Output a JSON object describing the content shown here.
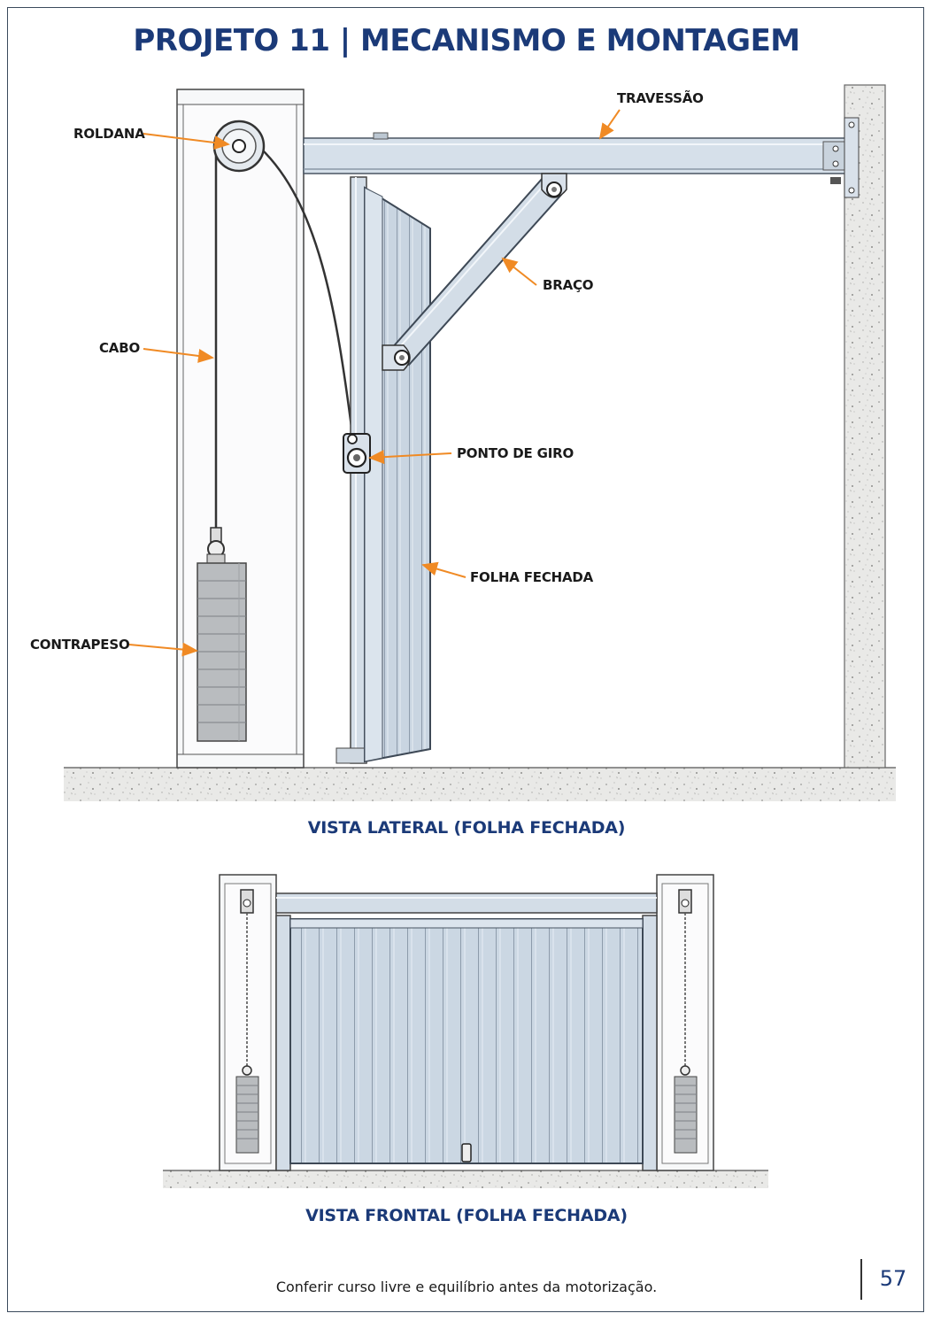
{
  "title": "PROJETO 11 | MECANISMO E MONTAGEM",
  "labels": {
    "roldana": "ROLDANA",
    "cabo": "CABO",
    "contrapeso": "CONTRAPESO",
    "travessao": "TRAVESSÃO",
    "braco": "BRAÇO",
    "ponto_de_giro": "PONTO DE GIRO",
    "folha_fechada": "FOLHA FECHADA"
  },
  "captions": {
    "lateral": "VISTA LATERAL (FOLHA FECHADA)",
    "frontal": "VISTA FRONTAL (FOLHA FECHADA)"
  },
  "footer": {
    "note": "Conferir curso livre e equilíbrio antes da motorização.",
    "page_number": "57"
  },
  "colors": {
    "title_blue": "#1b3a78",
    "leader_orange": "#f08a24",
    "steel_light": "#d6e0ea",
    "steel_dark": "#8a97a6",
    "concrete": "#e8e8e6"
  }
}
